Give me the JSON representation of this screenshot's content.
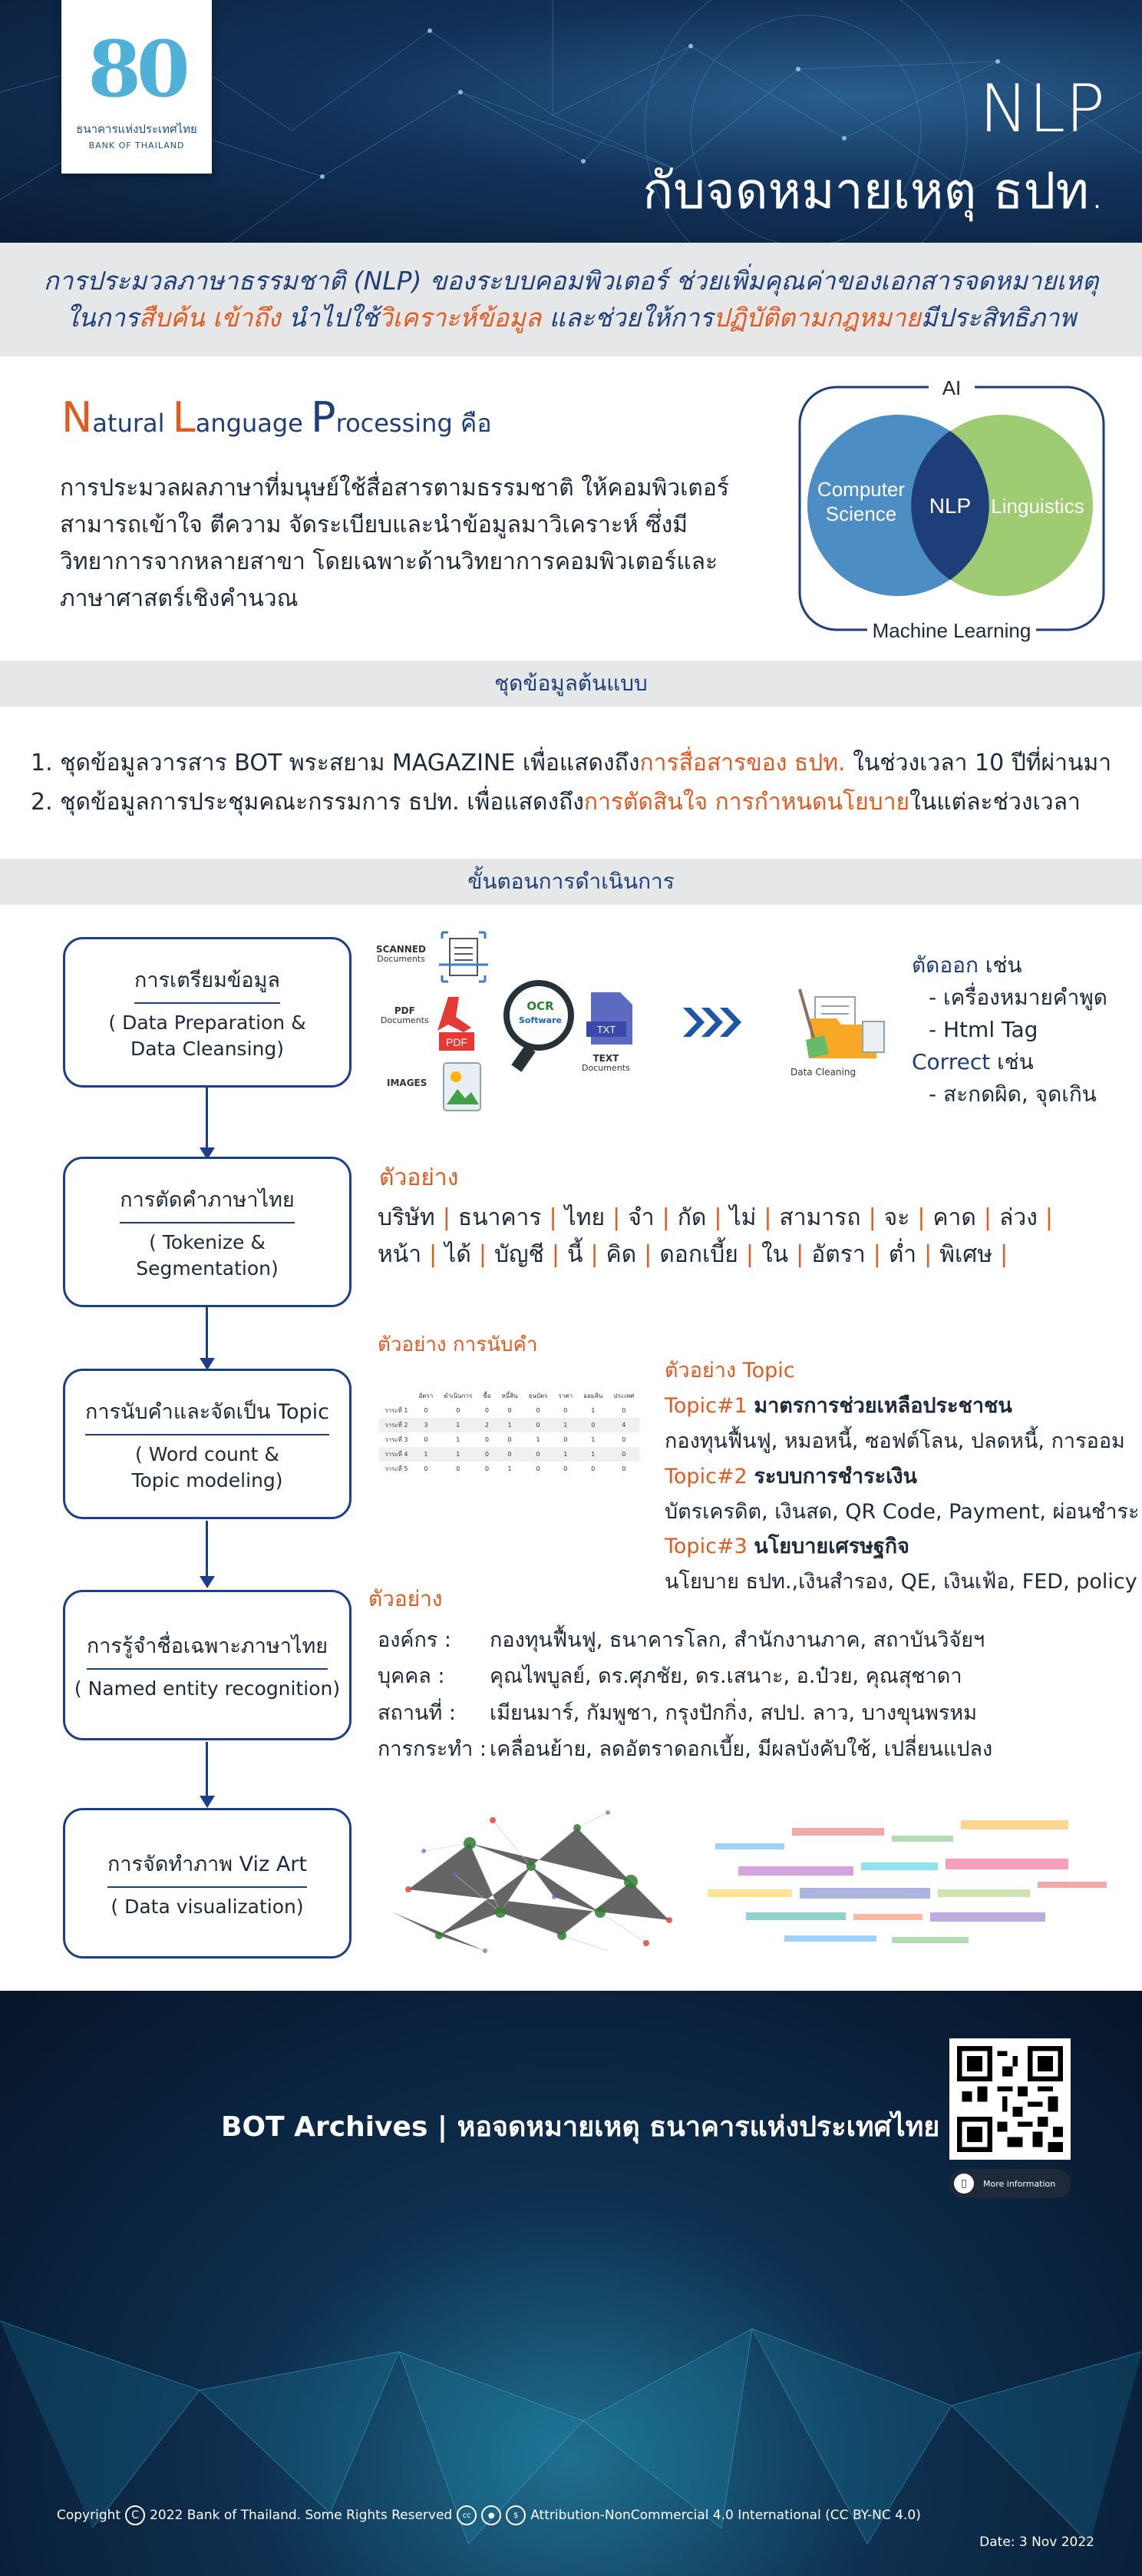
{
  "header": {
    "logo_number": "80",
    "logo_th": "ธนาคารแห่งประเทศไทย",
    "logo_en": "BANK OF THAILAND",
    "title_line1": "NLP",
    "title_line2": "กับจดหมายเหตุ ธปท."
  },
  "intro": {
    "line1_a": "การประมวลภาษาธรรมชาติ (NLP) ของระบบคอมพิวเตอร์ ช่วยเพิ่มคุณค่าของเอกสารจดหมายเหตุ",
    "line2_a": "ในการ",
    "line2_hl1": "สืบค้น เข้าถึง",
    "line2_b": " นำไปใช้",
    "line2_hl2": "วิเคราะห์ข้อมูล",
    "line2_c": " และช่วยให้การ",
    "line2_hl3": "ปฏิบัติตามกฎหมาย",
    "line2_d": "มีประสิทธิภาพ"
  },
  "nlp": {
    "n": "N",
    "n_rest": "atural",
    "l": "L",
    "l_rest": "anguage",
    "p": "P",
    "p_rest": "rocessing",
    "suffix": "คือ",
    "definition": "การประมวลผลภาษาที่มนุษย์ใช้สื่อสารตามธรรมชาติ ให้คอมพิวเตอร์สามารถเข้าใจ ตีความ จัดระเบียบและนำข้อมูลมาวิเคราะห์ ซึ่งมีวิทยาการจากหลายสาขา โดยเฉพาะด้านวิทยาการคอมพิวเตอร์และภาษาศาสตร์เชิงคำนวณ"
  },
  "venn": {
    "top": "AI",
    "left_1": "Computer",
    "left_2": "Science",
    "center": "NLP",
    "right": "Linguistics",
    "bottom": "Machine Learning",
    "colors": {
      "left": "#4c8ec4",
      "right": "#9fcc72",
      "center": "#1e3e7a"
    }
  },
  "datasets": {
    "heading": "ชุดข้อมูลต้นแบบ",
    "item1_a": "1. ชุดข้อมูลวารสาร BOT พระสยาม MAGAZINE เพื่อแสดงถึง",
    "item1_hl": "การสื่อสารของ ธปท.",
    "item1_b": " ในช่วงเวลา 10 ปีที่ผ่านมา",
    "item2_a": "2. ชุดข้อมูลการประชุมคณะกรรมการ ธปท. เพื่อแสดงถึง",
    "item2_hl": "การตัดสินใจ การกำหนดนโยบาย",
    "item2_b": "ในแต่ละช่วงเวลา"
  },
  "process": {
    "heading": "ขั้นตอนการดำเนินการ",
    "steps": [
      {
        "title": "การเตรียมข้อมูล",
        "sub": "( Data Preparation &\nData Cleansing)"
      },
      {
        "title": "การตัดคำภาษาไทย",
        "sub": "( Tokenize &\nSegmentation)"
      },
      {
        "title": "การนับคำและจัดเป็น Topic",
        "sub": "( Word count &\nTopic modeling)"
      },
      {
        "title": "การรู้จำชื่อเฉพาะภาษาไทย",
        "sub": "( Named entity recognition)"
      },
      {
        "title": "การจัดทำภาพ Viz Art",
        "sub": "( Data visualization)"
      }
    ]
  },
  "step1": {
    "scanned": "SCANNED",
    "scanned_sub": "Documents",
    "pdf": "PDF",
    "pdf_sub": "Documents",
    "images": "IMAGES",
    "ocr_1": "OCR",
    "ocr_2": "Software",
    "text": "TEXT",
    "text_sub": "Documents",
    "txt_badge": "TXT",
    "pdf_badge": "PDF",
    "cleaning": "Data Cleaning",
    "cut_h": "ตัดออก",
    "cut_suffix": " เช่น",
    "cut_1": "- เครื่องหมายคำพูด",
    "cut_2": "- Html Tag",
    "correct_h": "Correct",
    "correct_suffix": " เช่น",
    "correct_1": "- สะกดผิด, จุดเกิน"
  },
  "step2": {
    "example": "ตัวอย่าง",
    "line1": [
      "บริษัท",
      "ธนาคาร",
      "ไทย",
      "จำ",
      "กัด",
      "ไม่",
      "สามารถ",
      "จะ",
      "คาด",
      "ล่วง"
    ],
    "line2": [
      "หน้า",
      "ได้",
      "บัญชี",
      "นี้",
      "คิด",
      "ดอกเบี้ย",
      "ใน",
      "อัตรา",
      "ต่ำ",
      "พิเศษ"
    ]
  },
  "step3": {
    "wc_heading": "ตัวอย่าง การนับคำ",
    "table_headers": [
      "",
      "อัตรา",
      "ดำเนินการ",
      "ซื้อ",
      "หนี้สิน",
      "ธนบัตร",
      "ราคา",
      "ออมสิน",
      "ประเทศ"
    ],
    "table_rows": [
      [
        "วาระที่ 1",
        "0",
        "0",
        "0",
        "0",
        "0",
        "0",
        "1",
        "0"
      ],
      [
        "วาระที่ 2",
        "3",
        "1",
        "2",
        "1",
        "0",
        "1",
        "0",
        "4"
      ],
      [
        "วาระที่ 3",
        "0",
        "1",
        "0",
        "0",
        "1",
        "0",
        "1",
        "0"
      ],
      [
        "วาระที่ 4",
        "1",
        "1",
        "0",
        "0",
        "0",
        "1",
        "1",
        "0"
      ],
      [
        "วาระที่ 5",
        "0",
        "0",
        "0",
        "1",
        "0",
        "0",
        "0",
        "0"
      ]
    ],
    "topic_heading": "ตัวอย่าง Topic",
    "topics": [
      {
        "num": "Topic#1",
        "title": "มาตรการช่วยเหลือประชาชน",
        "words": "กองทุนฟื้นฟู, หมอหนี้, ซอฟต์โลน, ปลดหนี้, การออม"
      },
      {
        "num": "Topic#2",
        "title": "ระบบการชำระเงิน",
        "words": "บัตรเครดิต, เงินสด, QR Code, Payment, ผ่อนชำระ"
      },
      {
        "num": "Topic#3",
        "title": "นโยบายเศรษฐกิจ",
        "words": "นโยบาย ธปท.,เงินสำรอง, QE, เงินเฟ้อ, FED, policy"
      }
    ]
  },
  "step4": {
    "example": "ตัวอย่าง",
    "rows": [
      {
        "k": "องค์กร :",
        "v": "กองทุนฟื้นฟู, ธนาคารโลก, สำนักงานภาค, สถาบันวิจัยฯ"
      },
      {
        "k": "บุคคล :",
        "v": "คุณไพบูลย์, ดร.ศุภชัย, ดร.เสนาะ, อ.ป๋วย, คุณสุชาดา"
      },
      {
        "k": "สถานที่ :",
        "v": "เมียนมาร์, กัมพูชา, กรุงปักกิ่ง, สปป. ลาว, บางขุนพรหม"
      },
      {
        "k": "การกระทำ :",
        "v": "เคลื่อนย้าย, ลดอัตราดอกเบี้ย, มีผลบังคับใช้, เปลี่ยนแปลง"
      }
    ]
  },
  "footer": {
    "title": "BOT Archives | หอจดหมายเหตุ ธนาคารแห่งประเทศไทย",
    "more_info": "More information",
    "copyright_a": "Copyright",
    "copyright_b": "2022 Bank of Thailand. Some Rights Reserved",
    "license": "Attribution-NonCommercial 4.0 International (CC BY-NC 4.0)",
    "date": "Date: 3 Nov 2022"
  }
}
